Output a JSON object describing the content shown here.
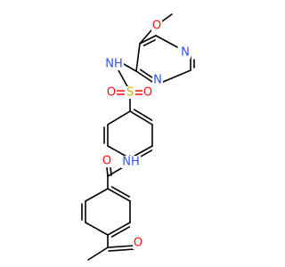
{
  "molecule": {
    "atoms": {
      "o_methoxy": "O",
      "n_ring_top": "N",
      "n_ring_bottom": "N",
      "nh_sulfonamide": "NH",
      "s_sulfonyl": "S",
      "o_sulfonyl_left": "O",
      "o_sulfonyl_right": "O",
      "nh_amide": "NH",
      "o_amide": "O",
      "o_acetyl": "O"
    },
    "colors": {
      "carbon_bond": "#000000",
      "oxygen": "#ff0d0d",
      "nitrogen": "#3050f8",
      "sulfur": "#c9b500"
    }
  }
}
